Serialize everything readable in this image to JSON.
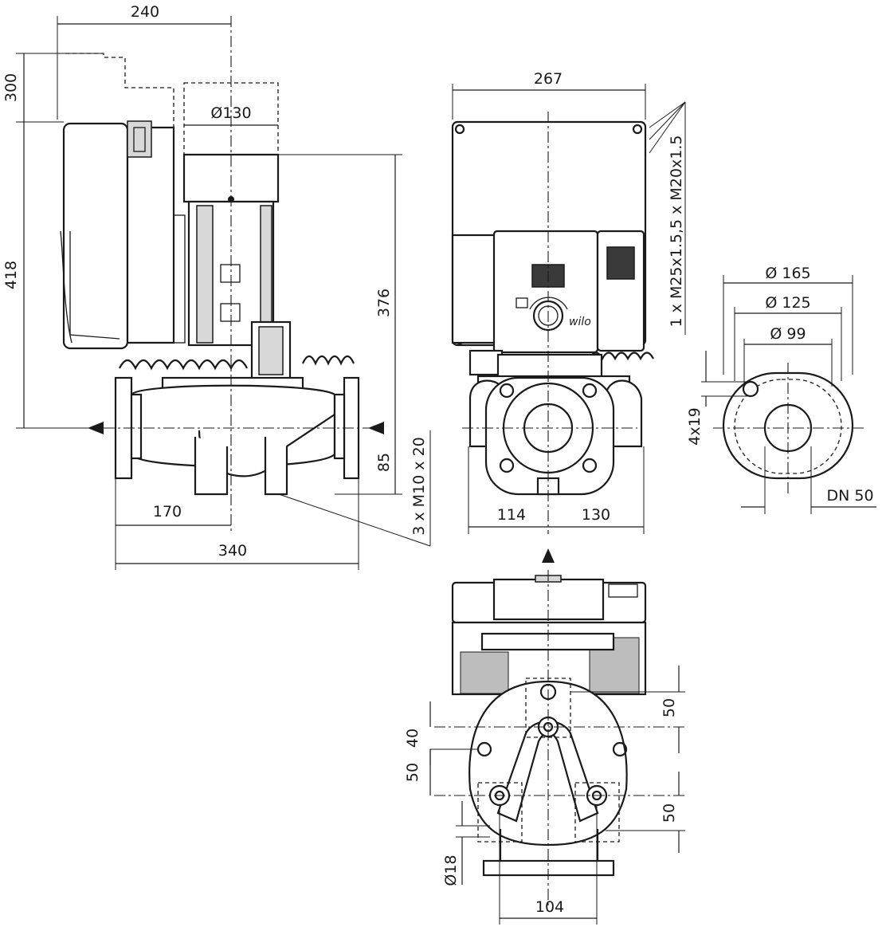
{
  "dimensions": {
    "side_width_top": "240",
    "top_clearance": "300",
    "overall_height": "418",
    "motor_diameter": "Ø130",
    "motor_height": "376",
    "foot_height": "85",
    "mounting_holes": "3 x M10 x 20",
    "inlet_to_axis": "170",
    "flange_length": "340",
    "front_width": "267",
    "cable_glands": "1 x M25x1.5,5 x M20x1.5",
    "front_left": "114",
    "front_right": "130",
    "flange_d165": "Ø 165",
    "flange_d125": "Ø 125",
    "flange_d99": "Ø 99",
    "bolt_holes": "4x19",
    "nominal_size": "DN 50",
    "base_50_top": "50",
    "base_40": "40",
    "base_50_left": "50",
    "base_50_bottom": "50",
    "base_hole_dia": "Ø18",
    "base_104": "104"
  },
  "labels": {
    "brand": "wilo"
  },
  "icons": [
    "arrow-left-icon",
    "arrow-up-icon",
    "control-knob-icon",
    "display-icon"
  ]
}
